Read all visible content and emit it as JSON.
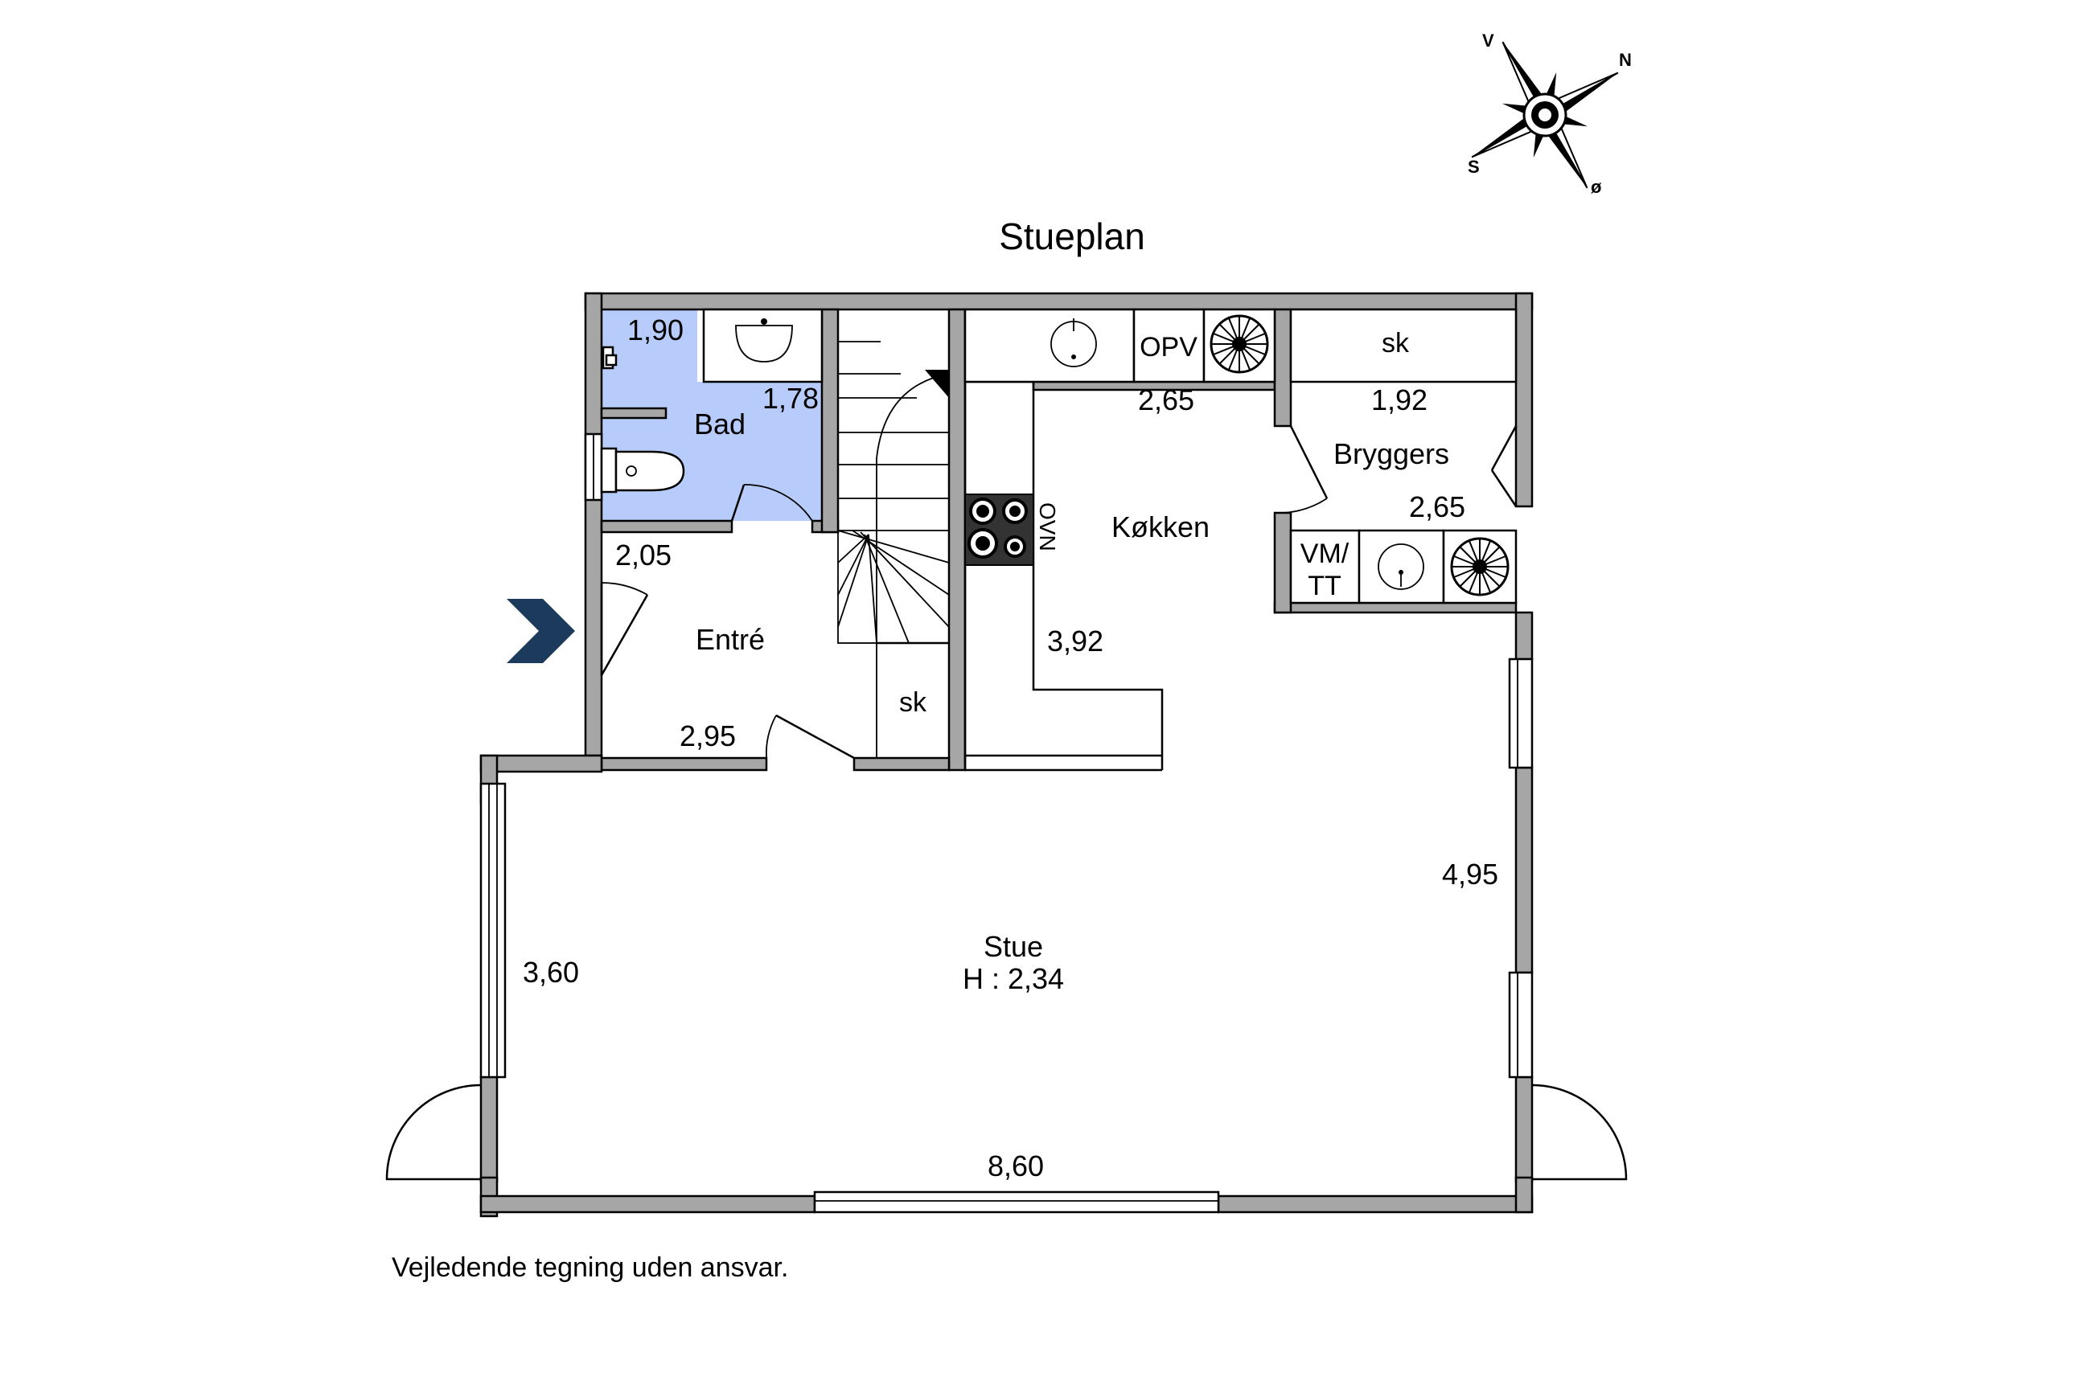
{
  "plan": {
    "title": "Stueplan",
    "disclaimer": "Vejledende tegning uden ansvar.",
    "compass": {
      "n": "N",
      "s": "S",
      "v": "V",
      "o": "ø"
    },
    "rooms": {
      "bad": "Bad",
      "entre": "Entré",
      "kokken": "Køkken",
      "bryggers": "Bryggers",
      "stue": "Stue",
      "stue_height": "H : 2,34"
    },
    "dimensions": {
      "bad_width": "1,90",
      "bad_depth": "1,78",
      "entre_top": "2,05",
      "entre_bottom": "2,95",
      "kokken_top": "2,65",
      "kokken_side": "3,92",
      "bryggers_top": "1,92",
      "bryggers_side": "2,65",
      "stue_left": "3,60",
      "stue_right": "4,95",
      "stue_bottom": "8,60"
    },
    "fixtures": {
      "skab_stair": "sk",
      "skab_bryggers": "sk",
      "opv": "OPV",
      "ovn": "OVN",
      "vm": "VM/",
      "tt": "TT"
    },
    "colors": {
      "bathroom": "#b7ccfa",
      "wall": "#a6a6a6",
      "entrance_arrow": "#1c3a5c"
    }
  }
}
